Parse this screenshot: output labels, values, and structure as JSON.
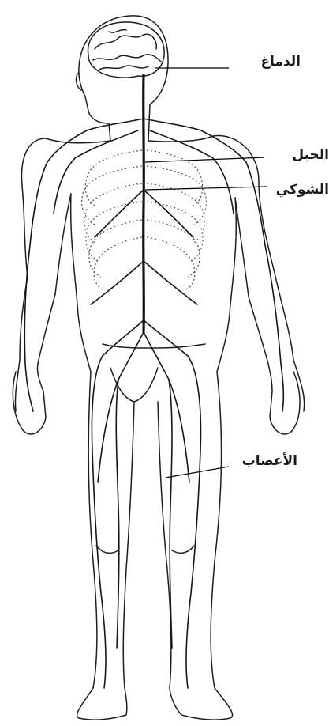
{
  "labels": {
    "brain": "الدماغ",
    "spinal_cord_line1": "الحبل",
    "spinal_cord_line2": "الشوكي",
    "nerves": "الأعصاب"
  }
}
